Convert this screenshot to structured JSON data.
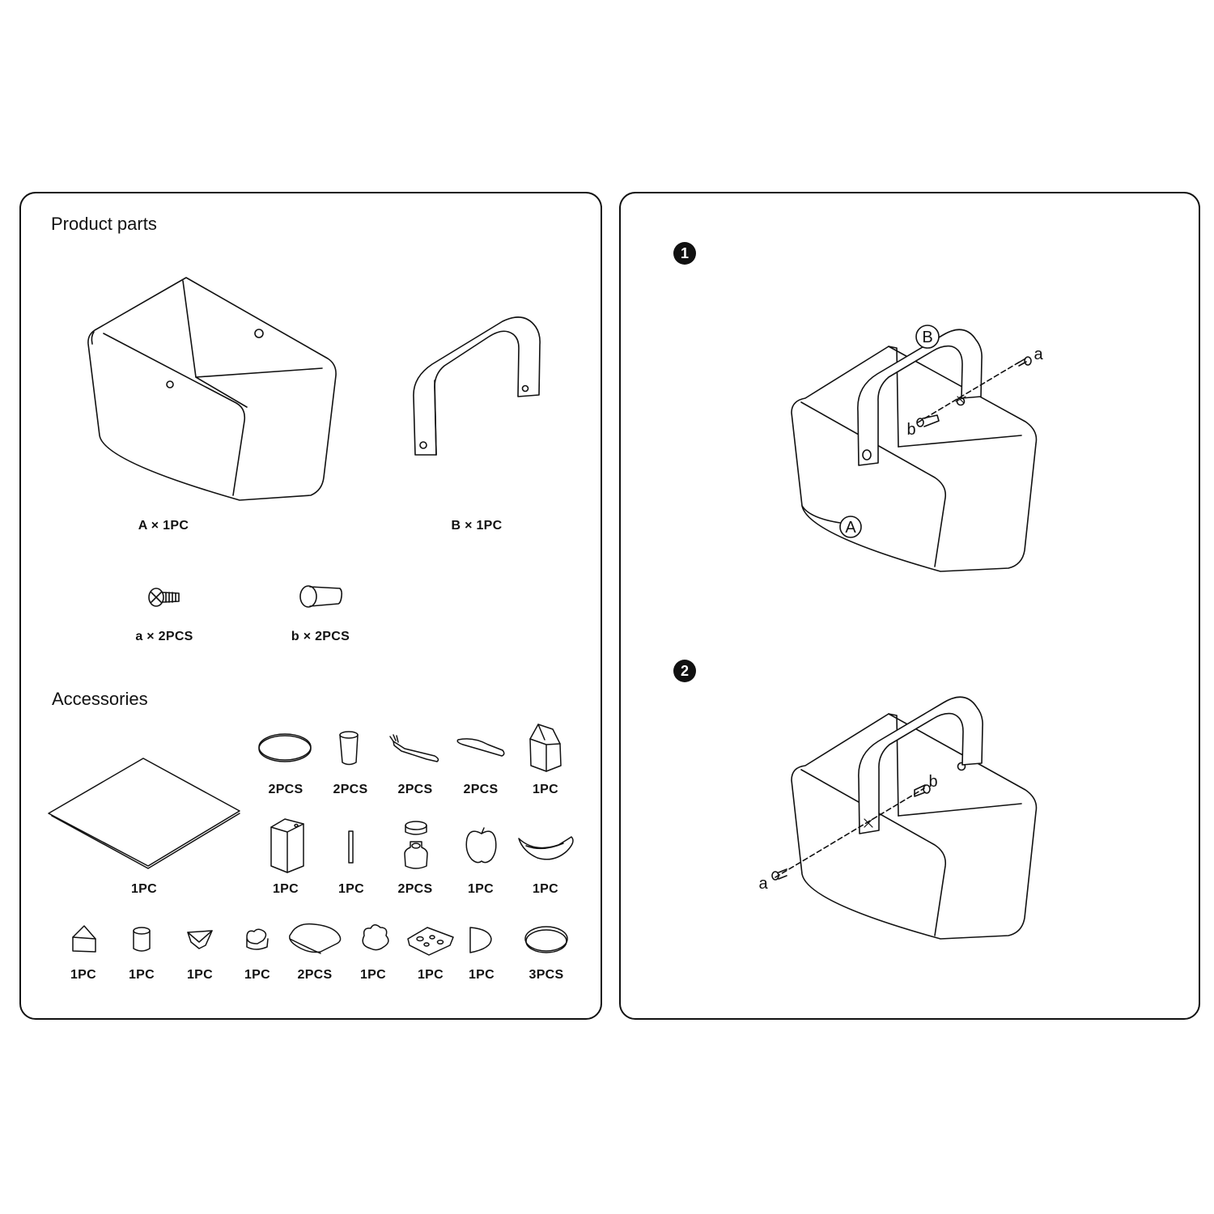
{
  "left_panel": {
    "product_parts_heading": "Product parts",
    "parts": [
      {
        "id": "A",
        "qty": "A × 1PC"
      },
      {
        "id": "B",
        "qty": "B × 1PC"
      },
      {
        "id": "a",
        "qty": "a × 2PCS"
      },
      {
        "id": "b",
        "qty": "b × 2PCS"
      }
    ],
    "accessories_heading": "Accessories",
    "accessories": [
      {
        "icon": "mat-icon",
        "qty": "1PC"
      },
      {
        "icon": "plate-icon",
        "qty": "2PCS"
      },
      {
        "icon": "cup-icon",
        "qty": "2PCS"
      },
      {
        "icon": "fork-icon",
        "qty": "2PCS"
      },
      {
        "icon": "knife-icon",
        "qty": "2PCS"
      },
      {
        "icon": "milk-carton-icon",
        "qty": "1PC"
      },
      {
        "icon": "juice-box-icon",
        "qty": "1PC"
      },
      {
        "icon": "straw-icon",
        "qty": "1PC"
      },
      {
        "icon": "jar-icon",
        "qty": "2PCS"
      },
      {
        "icon": "apple-icon",
        "qty": "1PC"
      },
      {
        "icon": "banana-icon",
        "qty": "1PC"
      },
      {
        "icon": "cake-slice-icon",
        "qty": "1PC"
      },
      {
        "icon": "cylinder-icon",
        "qty": "1PC"
      },
      {
        "icon": "sandwich-icon",
        "qty": "1PC"
      },
      {
        "icon": "heart-cookie-icon",
        "qty": "1PC"
      },
      {
        "icon": "bread-slice-icon",
        "qty": "2PCS"
      },
      {
        "icon": "flower-cookie-icon",
        "qty": "1PC"
      },
      {
        "icon": "cheese-icon",
        "qty": "1PC"
      },
      {
        "icon": "half-circle-icon",
        "qty": "1PC"
      },
      {
        "icon": "oval-cookie-icon",
        "qty": "3PCS"
      }
    ]
  },
  "right_panel": {
    "steps": [
      {
        "number": "1",
        "callouts": [
          "A",
          "B",
          "a",
          "b"
        ]
      },
      {
        "number": "2",
        "callouts": [
          "a",
          "b"
        ]
      }
    ]
  }
}
